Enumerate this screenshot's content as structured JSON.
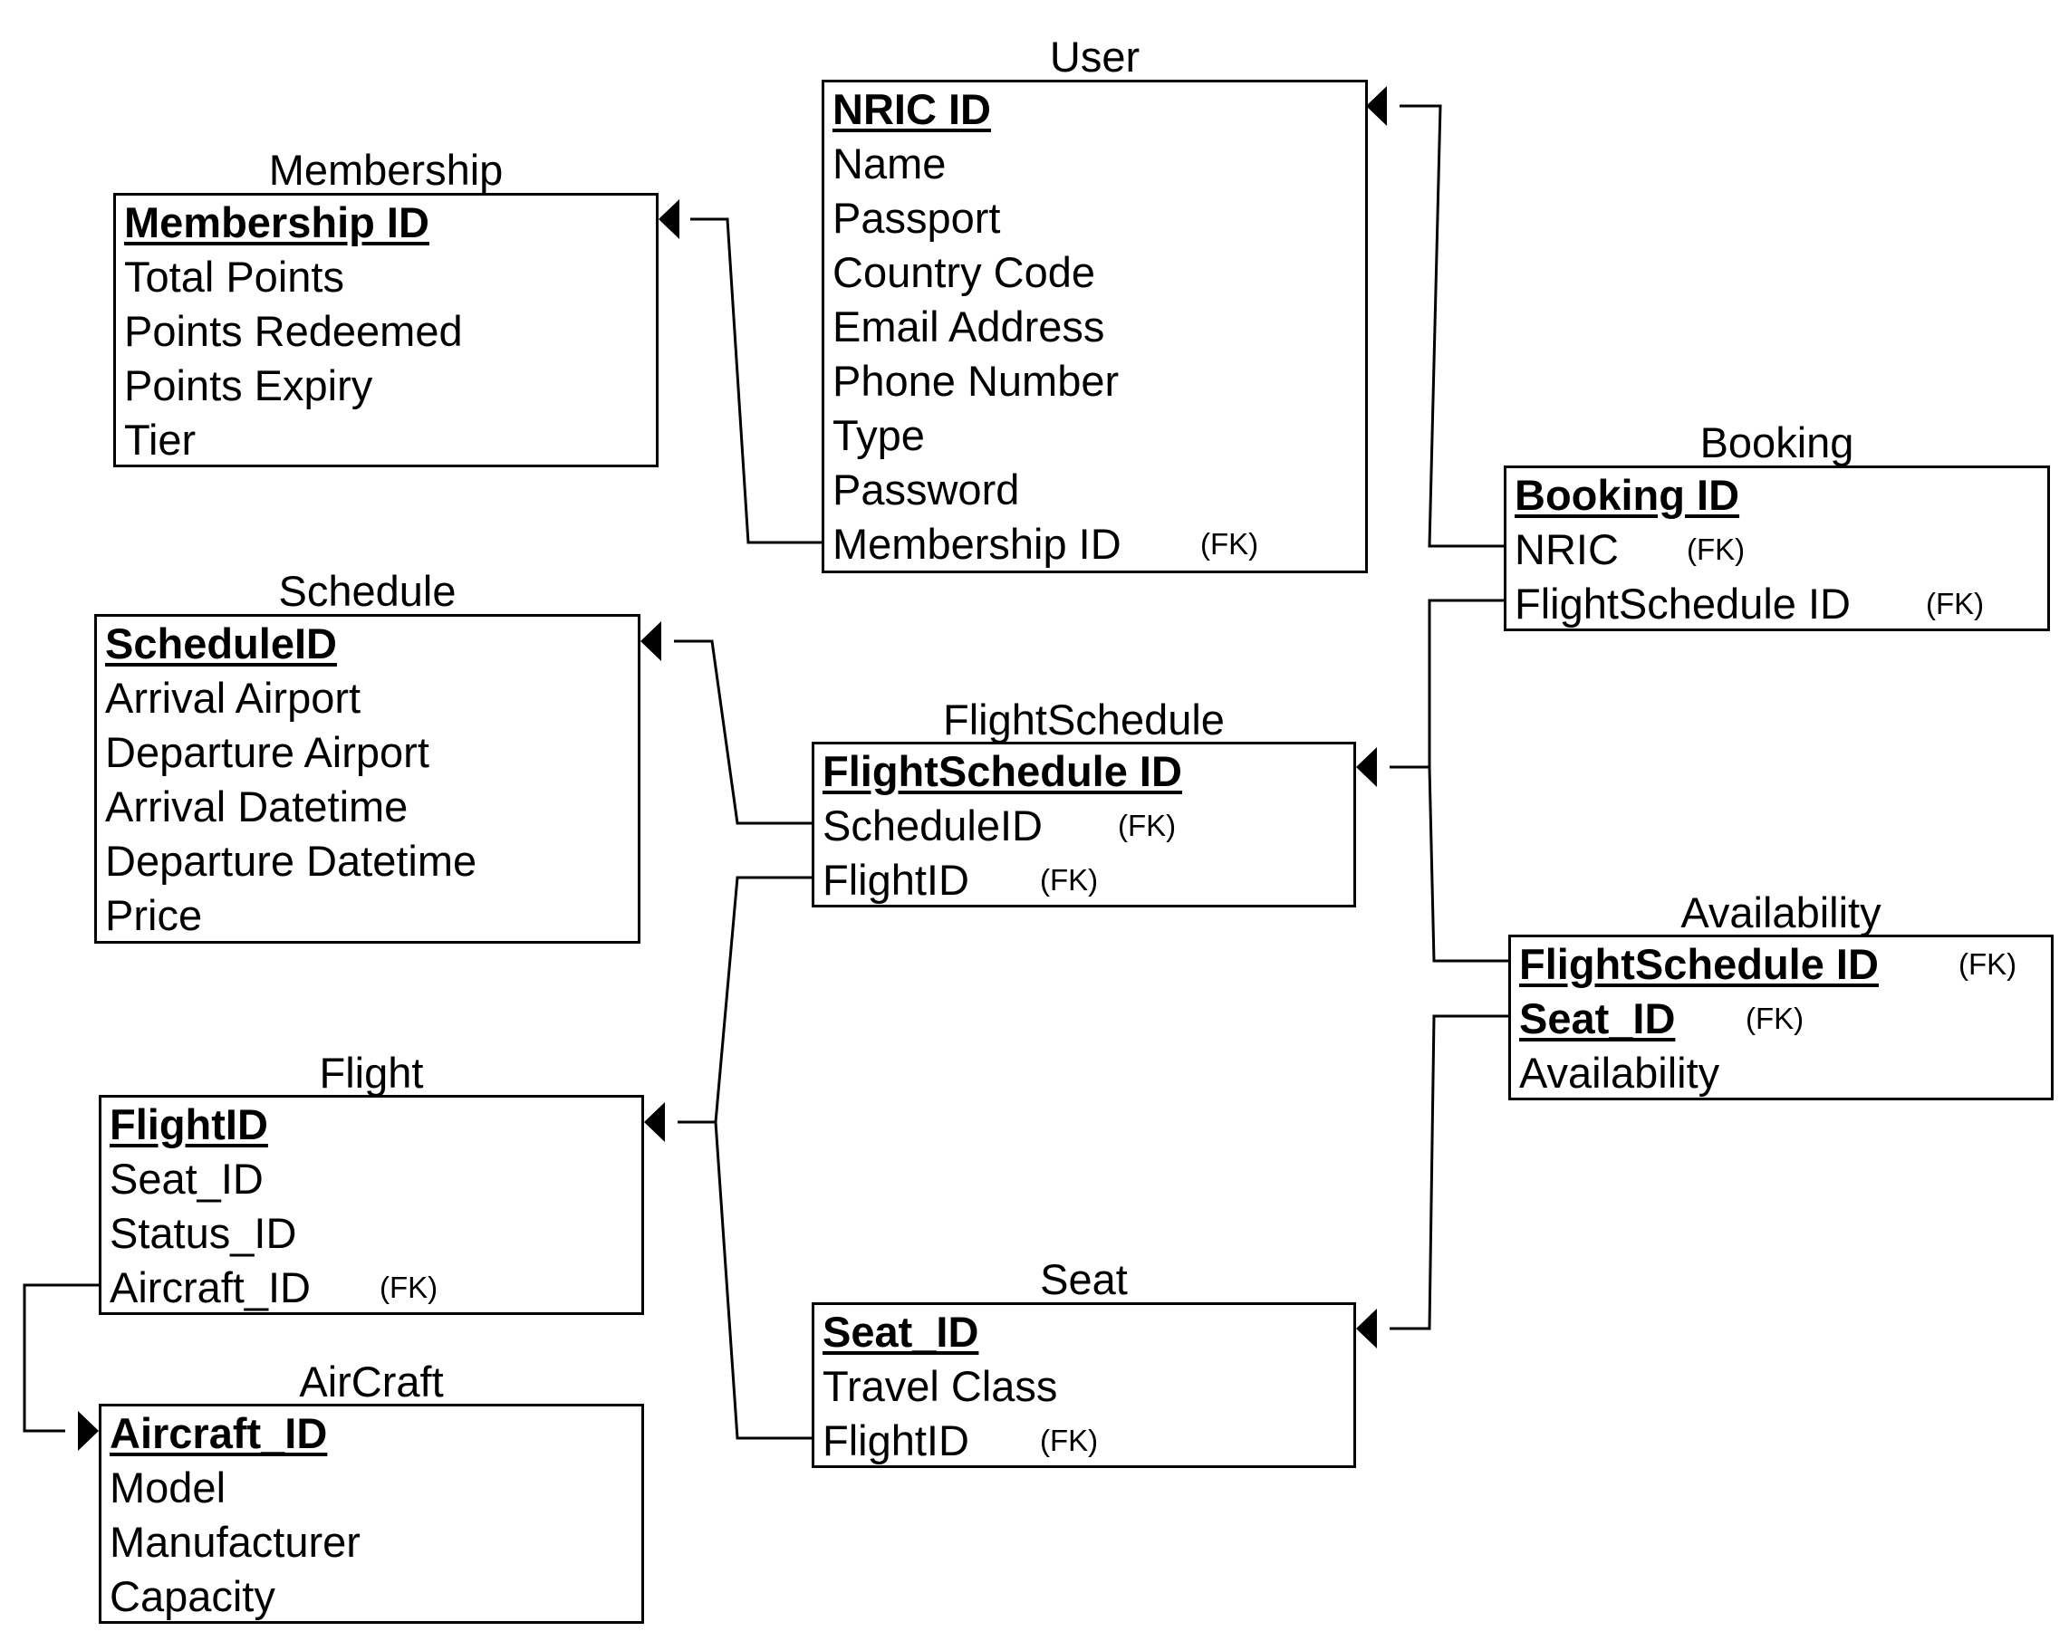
{
  "entities": [
    {
      "id": "user",
      "title": "User",
      "fields": [
        {
          "label": "NRIC ID",
          "pk": true
        },
        {
          "label": "Name"
        },
        {
          "label": "Passport"
        },
        {
          "label": "Country Code"
        },
        {
          "label": "Email Address"
        },
        {
          "label": "Phone Number"
        },
        {
          "label": "Type"
        },
        {
          "label": "Password"
        },
        {
          "label": "Membership ID",
          "fk": "(FK)"
        }
      ]
    },
    {
      "id": "membership",
      "title": "Membership",
      "fields": [
        {
          "label": "Membership ID",
          "pk": true
        },
        {
          "label": "Total Points"
        },
        {
          "label": "Points Redeemed"
        },
        {
          "label": "Points Expiry"
        },
        {
          "label": "Tier"
        }
      ]
    },
    {
      "id": "schedule",
      "title": "Schedule",
      "fields": [
        {
          "label": "ScheduleID",
          "pk": true
        },
        {
          "label": "Arrival Airport"
        },
        {
          "label": "Departure Airport"
        },
        {
          "label": "Arrival Datetime"
        },
        {
          "label": "Departure Datetime"
        },
        {
          "label": "Price"
        }
      ]
    },
    {
      "id": "booking",
      "title": "Booking",
      "fields": [
        {
          "label": "Booking ID",
          "pk": true
        },
        {
          "label": "NRIC",
          "fk": "(FK)"
        },
        {
          "label": "FlightSchedule ID",
          "fk": "(FK)"
        }
      ]
    },
    {
      "id": "flightschedule",
      "title": "FlightSchedule",
      "fields": [
        {
          "label": "FlightSchedule ID",
          "pk": true
        },
        {
          "label": "ScheduleID",
          "fk": "(FK)"
        },
        {
          "label": "FlightID",
          "fk": "(FK)"
        }
      ]
    },
    {
      "id": "availability",
      "title": "Availability",
      "fields": [
        {
          "label": "FlightSchedule ID",
          "pk": true,
          "fk": "(FK)"
        },
        {
          "label": "Seat_ID",
          "pk": true,
          "fk": "(FK)"
        },
        {
          "label": "Availability"
        }
      ]
    },
    {
      "id": "flight",
      "title": "Flight",
      "fields": [
        {
          "label": "FlightID",
          "pk": true
        },
        {
          "label": "Seat_ID"
        },
        {
          "label": "Status_ID"
        },
        {
          "label": "Aircraft_ID",
          "fk": "(FK)"
        }
      ]
    },
    {
      "id": "seat",
      "title": "Seat",
      "fields": [
        {
          "label": "Seat_ID",
          "pk": true
        },
        {
          "label": "Travel Class"
        },
        {
          "label": "FlightID",
          "fk": "(FK)"
        }
      ]
    },
    {
      "id": "aircraft",
      "title": "AirCraft",
      "fields": [
        {
          "label": "Aircraft_ID",
          "pk": true
        },
        {
          "label": "Model"
        },
        {
          "label": "Manufacturer"
        },
        {
          "label": "Capacity"
        }
      ]
    }
  ],
  "relationships": [
    {
      "from": "user.Membership ID",
      "to": "membership.Membership ID"
    },
    {
      "from": "booking.NRIC",
      "to": "user.NRIC ID"
    },
    {
      "from": "booking.FlightSchedule ID",
      "to": "flightschedule.FlightSchedule ID"
    },
    {
      "from": "availability.FlightSchedule ID",
      "to": "flightschedule.FlightSchedule ID"
    },
    {
      "from": "availability.Seat_ID",
      "to": "seat.Seat_ID"
    },
    {
      "from": "flightschedule.ScheduleID",
      "to": "schedule.ScheduleID"
    },
    {
      "from": "flightschedule.FlightID",
      "to": "flight.FlightID"
    },
    {
      "from": "seat.FlightID",
      "to": "flight.FlightID"
    },
    {
      "from": "flight.Aircraft_ID",
      "to": "aircraft.Aircraft_ID"
    }
  ]
}
